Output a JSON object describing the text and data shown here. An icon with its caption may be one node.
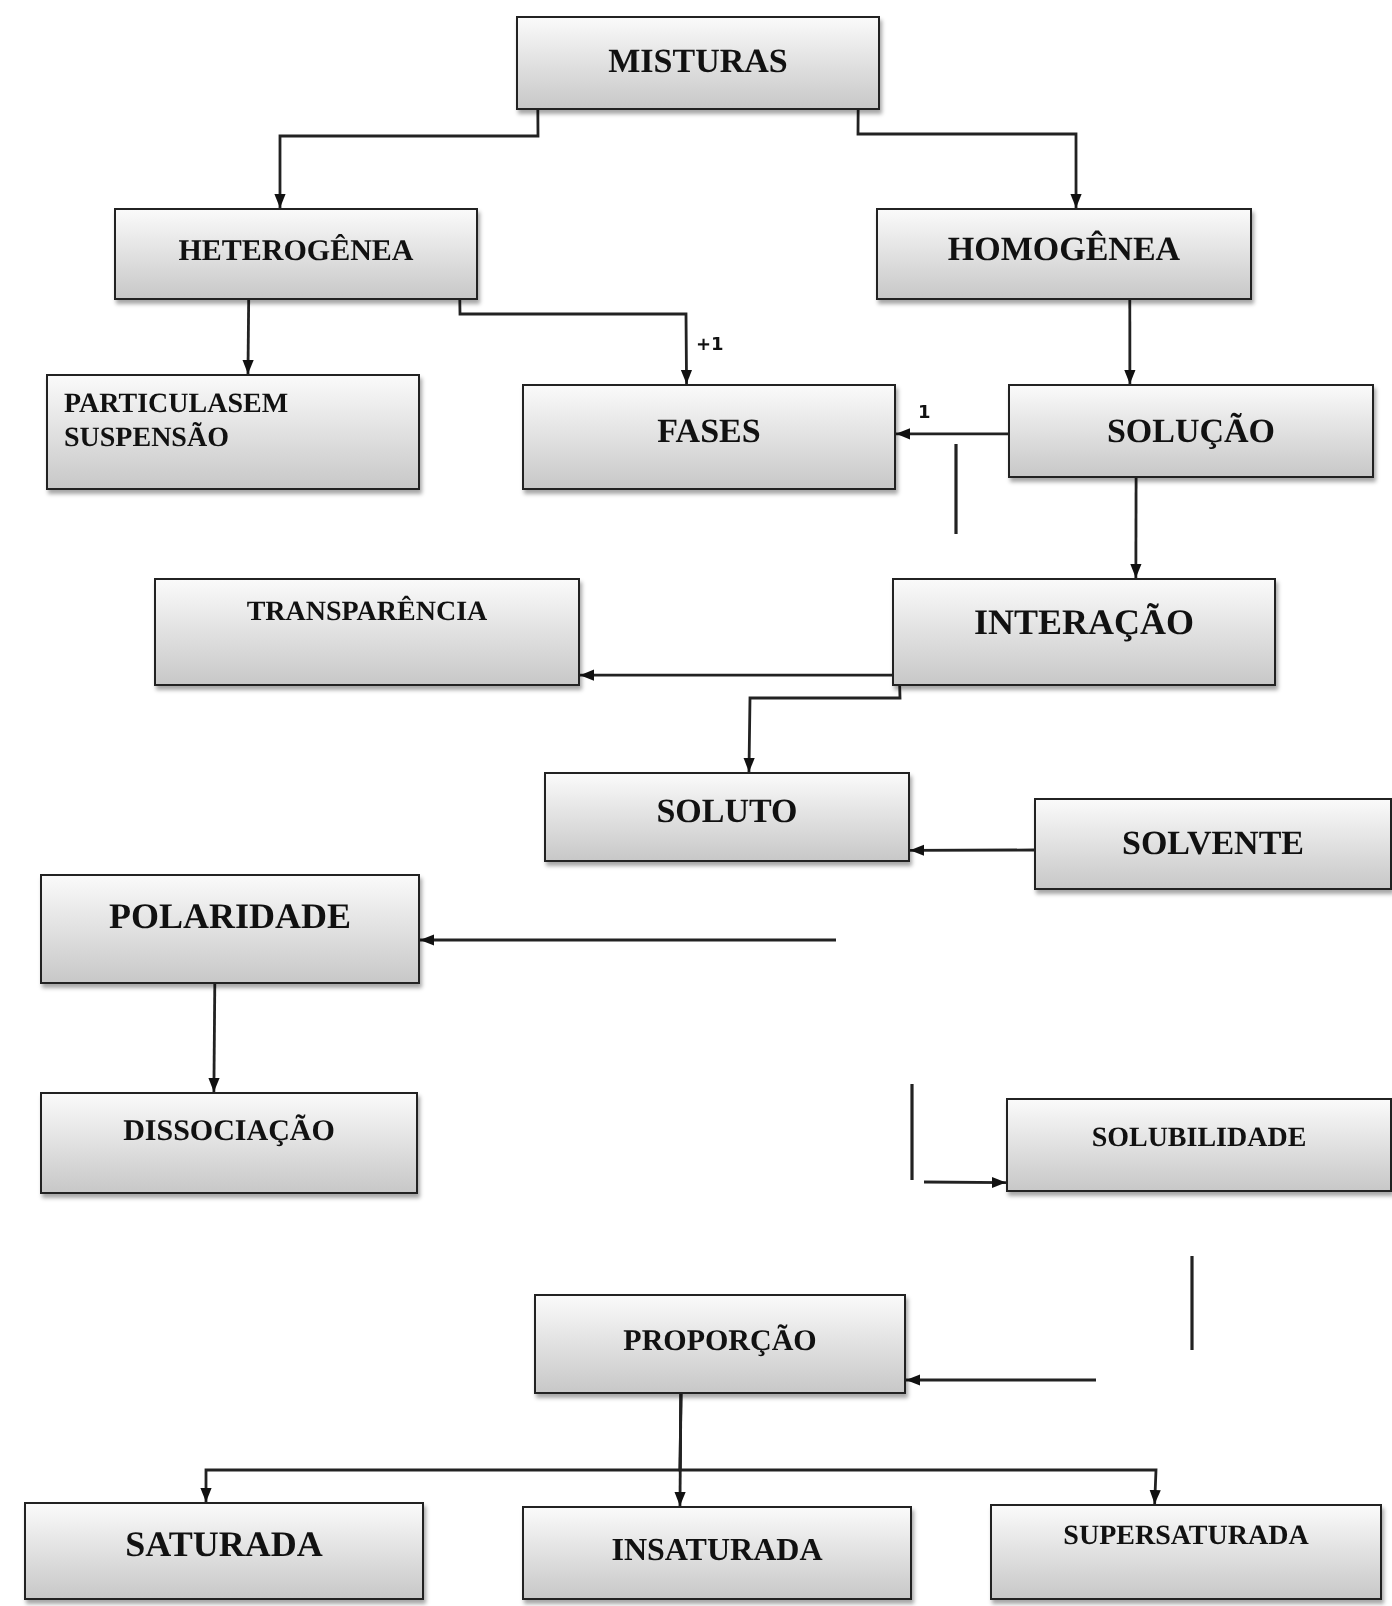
{
  "diagram": {
    "nodes": [
      {
        "text": [
          "MISTURAS"
        ]
      },
      {
        "text": [
          "HETEROGÊNEA"
        ]
      },
      {
        "text": [
          "HOMOGÊNEA"
        ]
      },
      {
        "text": [
          "PARTICULASEM SUSPENSÃO"
        ]
      },
      {
        "text": [
          "FASES"
        ]
      },
      {
        "text": [
          "SOLUÇÃO"
        ]
      },
      {
        "text": [
          "TRANSPARÊNCIA"
        ]
      },
      {
        "text": [
          "INTERAÇÃO"
        ]
      },
      {
        "text": [
          "SOLUTO"
        ]
      },
      {
        "text": [
          "SOLVENTE"
        ]
      },
      {
        "text": [
          "POLARIDADE"
        ]
      },
      {
        "text": [
          "DISSOCIAÇÃO"
        ]
      },
      {
        "text": [
          "SOLUBILIDADE"
        ]
      },
      {
        "text": [
          "PROPORÇÃO"
        ]
      },
      {
        "text": [
          "SATURADA"
        ]
      },
      {
        "text": [
          "INSATURADA"
        ]
      },
      {
        "text": [
          "SUPERSATURADA"
        ]
      }
    ],
    "edges": [
      {
        "from": 0,
        "to": 1,
        "arrow": "to"
      },
      {
        "from": 0,
        "to": 2,
        "arrow": "to"
      },
      {
        "from": 1,
        "to": 3,
        "arrow": "to"
      },
      {
        "from": 1,
        "to": 4,
        "arrow": "to",
        "label": "+1"
      },
      {
        "from": 5,
        "to": 4,
        "arrow": "to",
        "label": "1"
      },
      {
        "from": 2,
        "to": 5,
        "arrow": "to"
      },
      {
        "from": 5,
        "to": 7,
        "arrow": "to"
      },
      {
        "from": 7,
        "to": 6,
        "arrow": "to"
      },
      {
        "from": 7,
        "to": 8,
        "arrow": "to"
      },
      {
        "from": 9,
        "to": 8,
        "arrow": "to"
      },
      {
        "from": null,
        "to": 10,
        "arrow": "to"
      },
      {
        "from": 10,
        "to": 11,
        "arrow": "to"
      },
      {
        "from": null,
        "to": 12,
        "arrow": "to"
      },
      {
        "from": null,
        "to": 13,
        "arrow": "to"
      },
      {
        "from": 13,
        "to": 14,
        "arrow": "to"
      },
      {
        "from": 13,
        "to": 15,
        "arrow": "to"
      },
      {
        "from": 13,
        "to": 16,
        "arrow": "to"
      }
    ]
  }
}
